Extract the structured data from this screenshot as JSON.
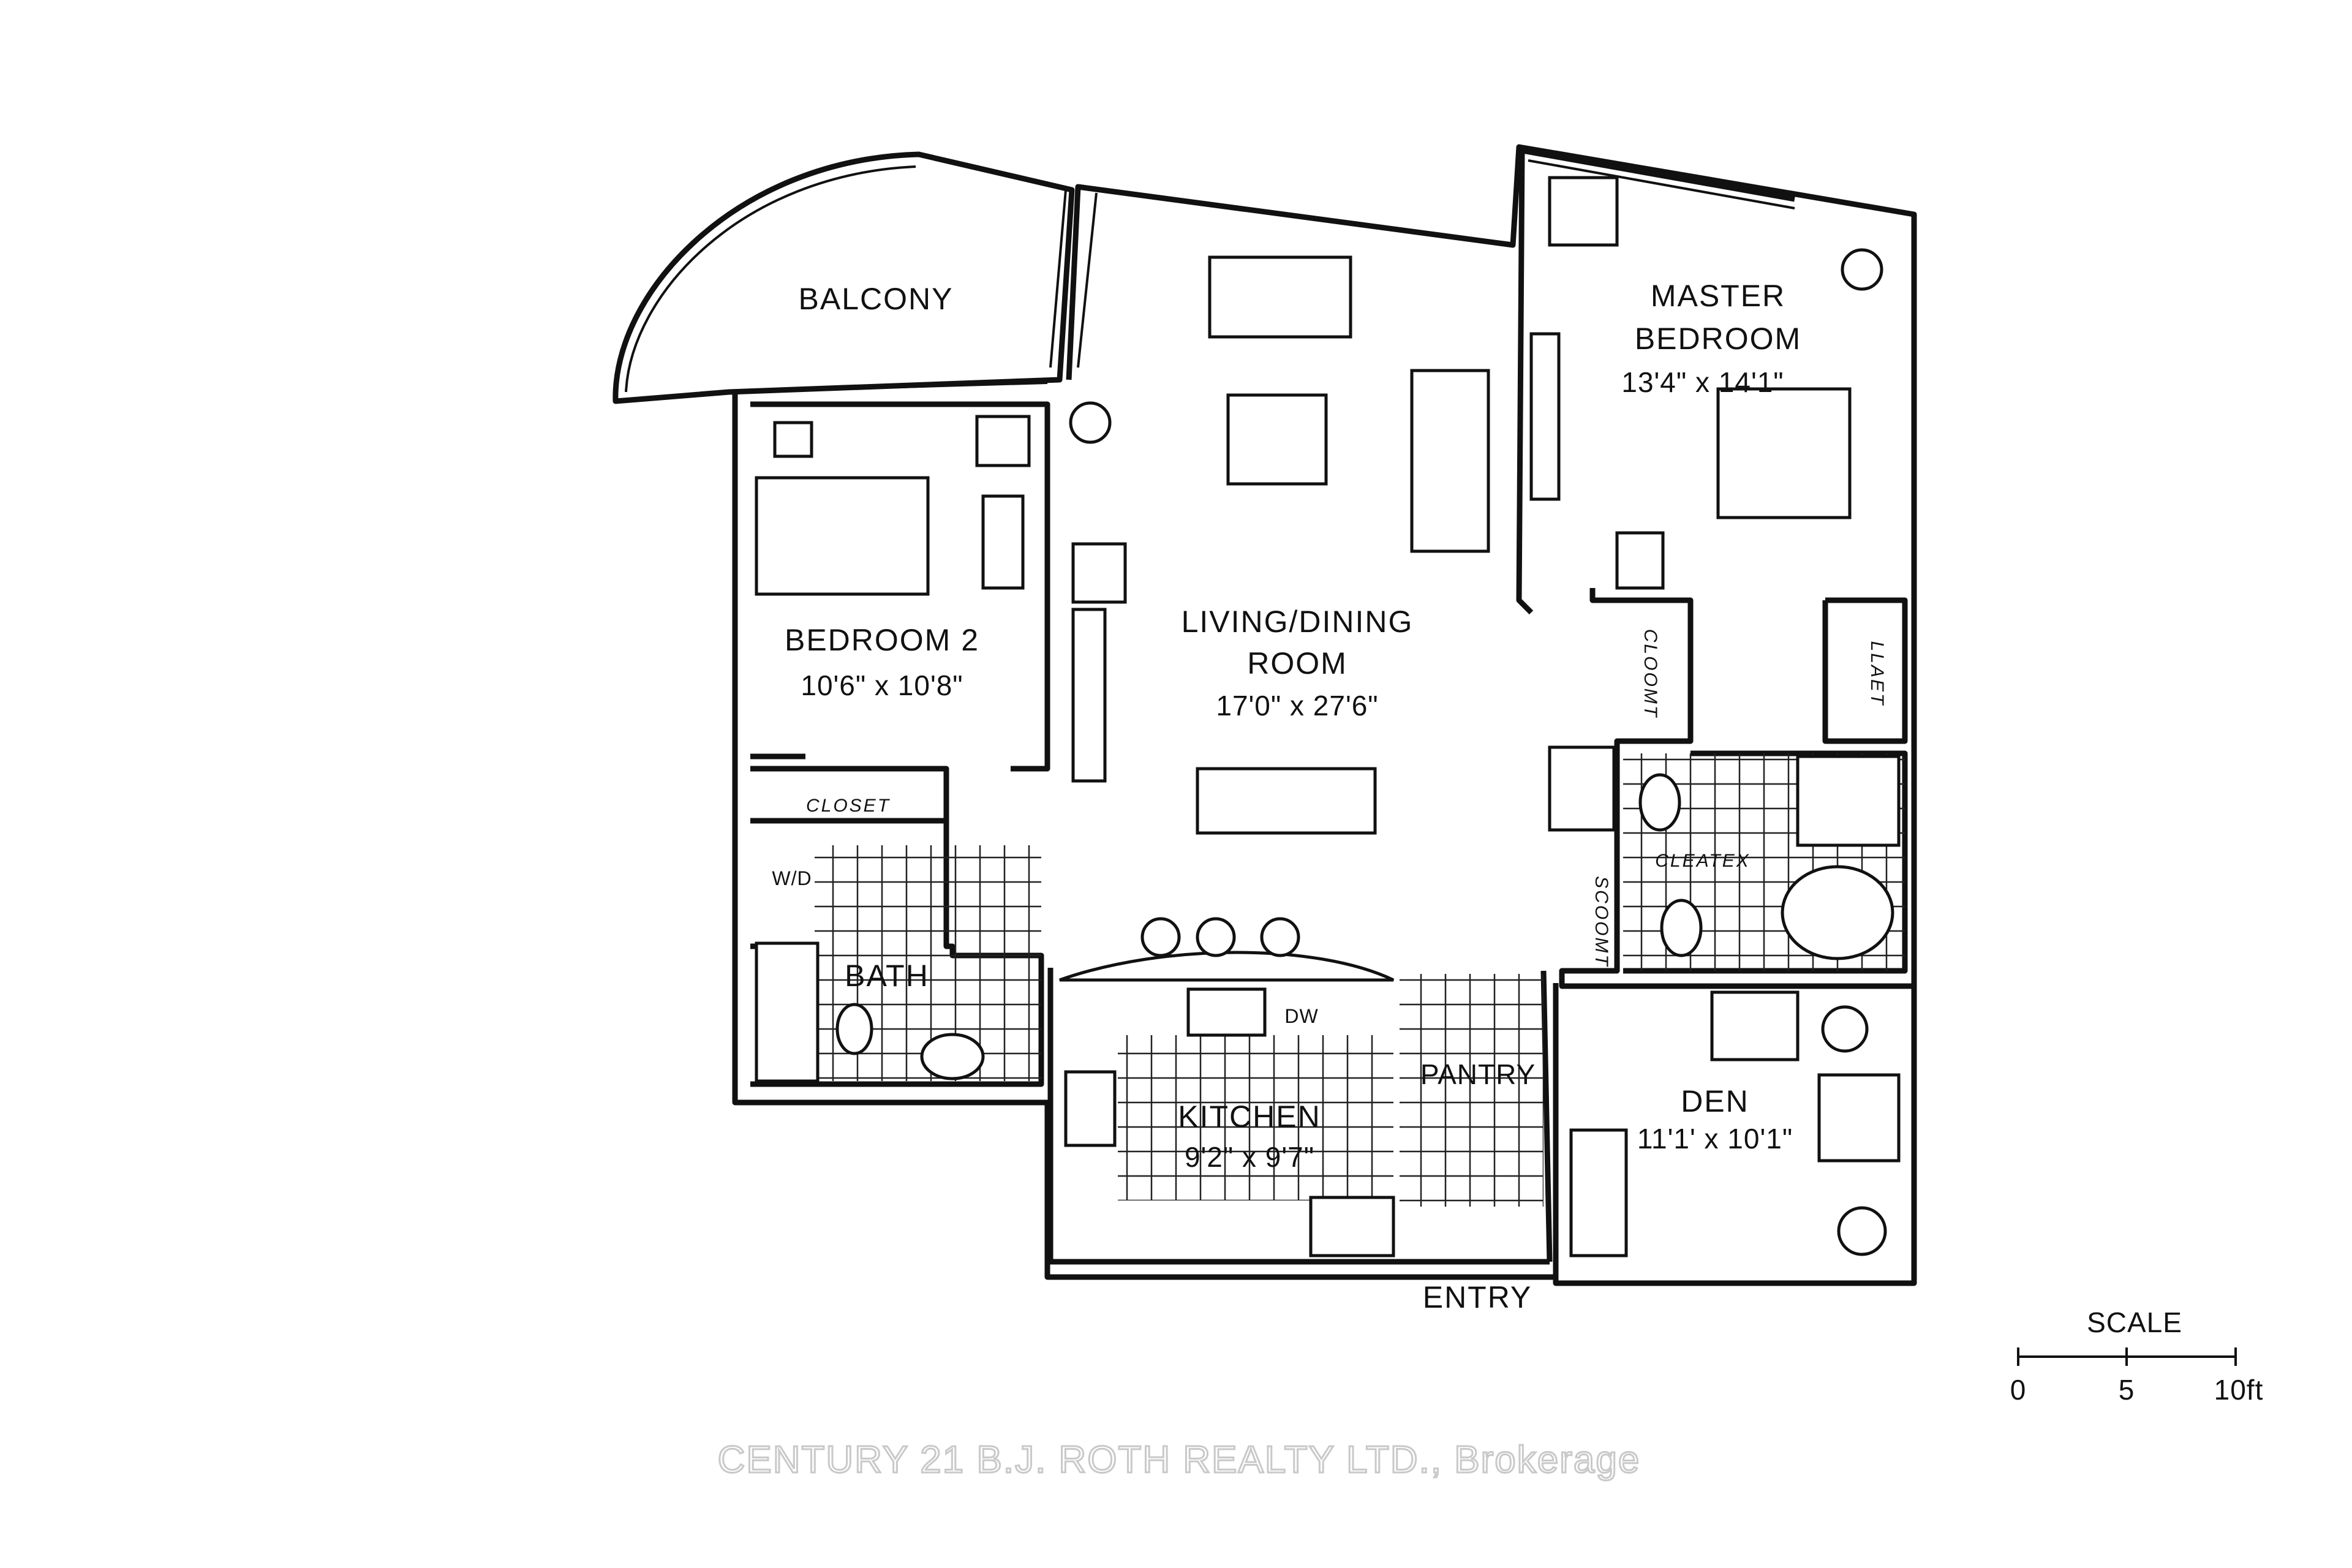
{
  "rooms": {
    "balcony": {
      "name": "BALCONY"
    },
    "master": {
      "name_1": "MASTER",
      "name_2": "BEDROOM",
      "dims": "13'4\" x 14'1\""
    },
    "bedroom2": {
      "name": "BEDROOM 2",
      "dims": "10'6\" x 10'8\""
    },
    "living": {
      "name_1": "LIVING/DINING",
      "name_2": "ROOM",
      "dims": "17'0\" x 27'6\""
    },
    "bath": {
      "name": "BATH"
    },
    "kitchen": {
      "name": "KITCHEN",
      "dims": "9'2\" x 9'7\""
    },
    "pantry": {
      "name": "PANTRY"
    },
    "den": {
      "name": "DEN",
      "dims": "11'1' x 10'1\""
    },
    "entry": {
      "name": "ENTRY"
    }
  },
  "fixtures": {
    "closet": "CLOSET",
    "wd": "W/D",
    "dw": "DW",
    "cleatex": "CLEATEX",
    "cloomt": "CLOOMT",
    "llaet": "LLAET",
    "scoomt": "SCOOMT"
  },
  "scale": {
    "title": "SCALE",
    "ticks": [
      "0",
      "5",
      "10ft"
    ]
  },
  "watermark": "CENTURY 21 B.J. ROTH REALTY LTD., Brokerage"
}
